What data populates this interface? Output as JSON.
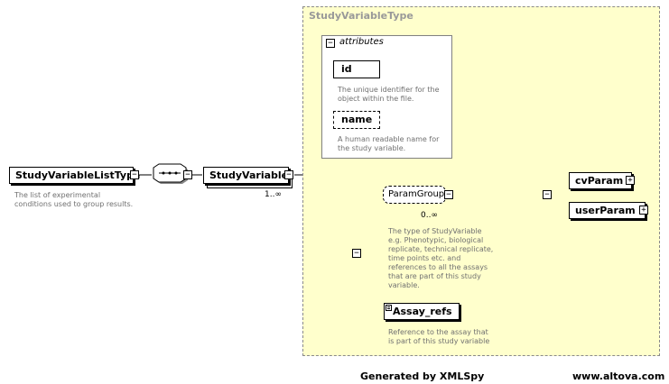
{
  "root": {
    "name": "StudyVariableListType",
    "description": [
      "The list of experimental",
      "conditions used to group results."
    ]
  },
  "type_box": {
    "title": "StudyVariableType"
  },
  "attributes": {
    "label": "attributes",
    "items": [
      {
        "name": "id",
        "optional": false,
        "description": [
          "The unique identifier for the",
          "object within the file."
        ]
      },
      {
        "name": "name",
        "optional": true,
        "description": [
          "A human readable name for",
          "the study variable."
        ]
      }
    ]
  },
  "study_variable": {
    "name": "StudyVariable",
    "occurrence": "1..∞"
  },
  "param_group": {
    "name": "ParamGroup",
    "occurrence": "0..∞",
    "description": [
      "The type of StudyVariable",
      "e.g. Phenotypic, biological",
      "replicate, technical replicate,",
      "time points etc. and",
      "references to all the assays",
      "that are part of this study",
      "variable."
    ]
  },
  "choice_children": [
    {
      "name": "cvParam"
    },
    {
      "name": "userParam"
    }
  ],
  "assay_refs": {
    "name": "Assay_refs",
    "description": [
      "Reference to the assay that",
      "is part of this study variable"
    ]
  },
  "footer": {
    "generated": "Generated by XMLSpy",
    "site": "www.altova.com"
  },
  "colors": {
    "type_bg": "#ffffcc",
    "type_title": "#999999",
    "description": "#707070"
  }
}
